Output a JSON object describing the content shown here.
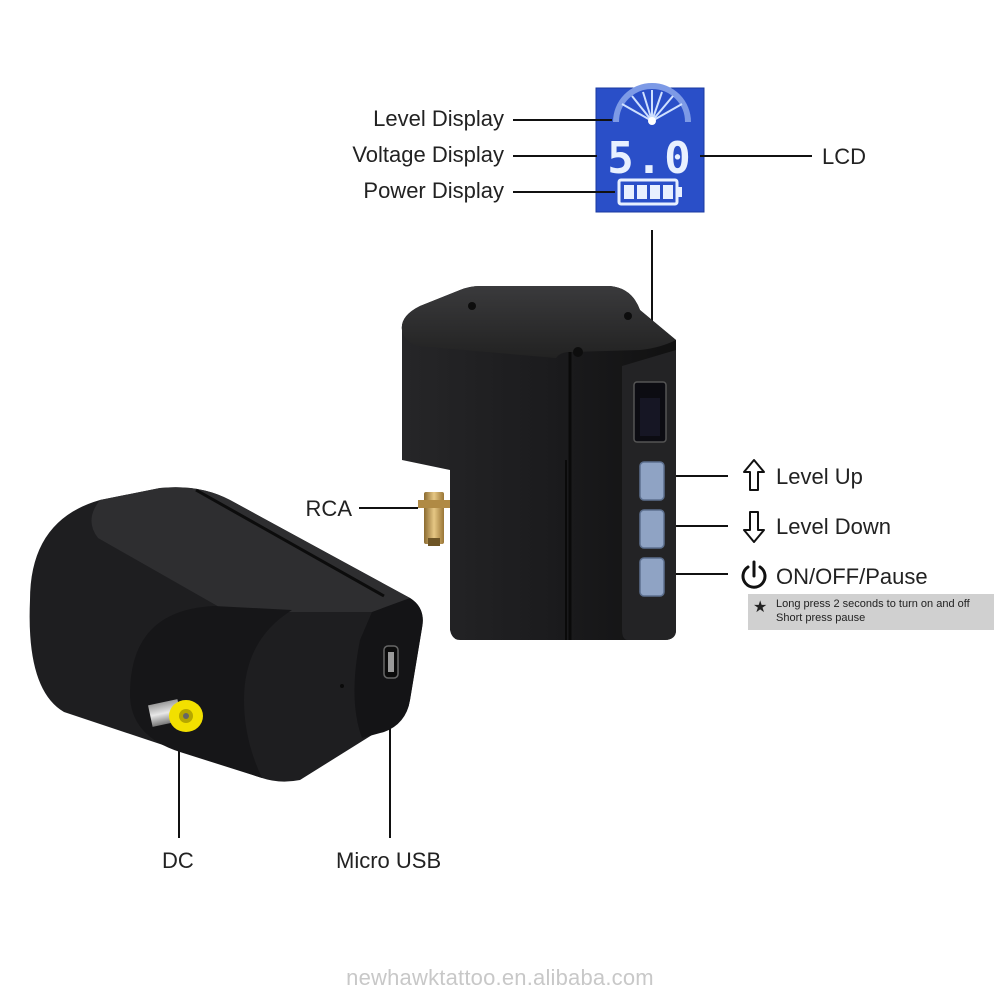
{
  "callouts": {
    "level_display": "Level Display",
    "voltage_display": "Voltage Display",
    "power_display": "Power Display",
    "lcd": "LCD",
    "rca": "RCA",
    "level_up": "Level Up",
    "level_down": "Level Down",
    "on_off_pause": "ON/OFF/Pause",
    "dc": "DC",
    "micro_usb": "Micro USB"
  },
  "lcd_screen": {
    "voltage_value": "5.0",
    "battery_level_bars": 4,
    "colors": {
      "background": "#2a4fc8",
      "segment": "#e8f0ff"
    }
  },
  "power_note": {
    "star": "★",
    "line1": "Long press 2 seconds to turn on and off",
    "line2": "Short press pause"
  },
  "icons": [
    "arrow-up-icon",
    "arrow-down-icon",
    "power-icon",
    "star-icon"
  ],
  "watermark": "newhawktattoo.en.alibaba.com",
  "colors": {
    "device_body": "#1c1c1e",
    "dc_plug": "#f2e000",
    "rca_pin": "#c9a45a",
    "button": "#8fa3c4"
  }
}
